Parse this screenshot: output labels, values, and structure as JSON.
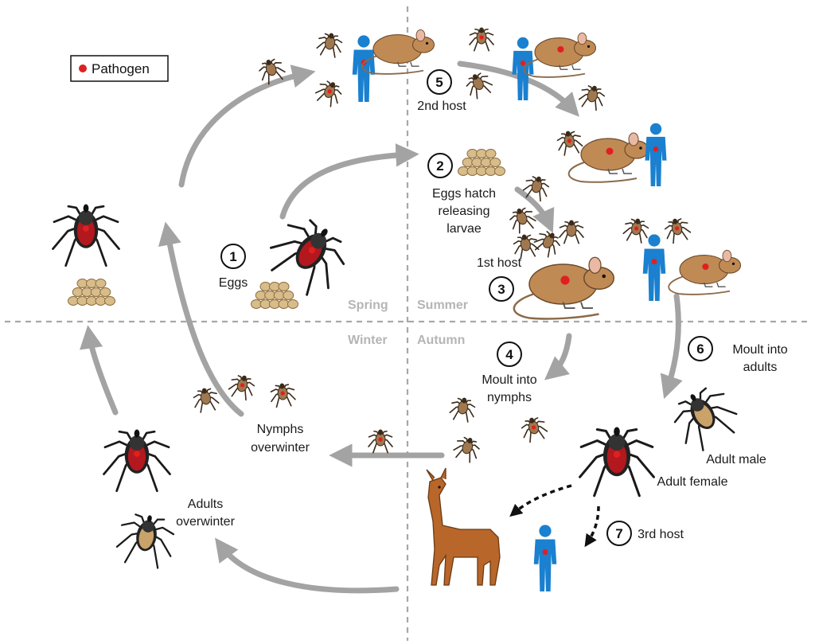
{
  "legend": {
    "label": "Pathogen",
    "color": "#e02020"
  },
  "seasons": {
    "spring": "Spring",
    "summer": "Summer",
    "winter": "Winter",
    "autumn": "Autumn"
  },
  "stages": [
    {
      "num": "1",
      "lines": [
        "Eggs"
      ]
    },
    {
      "num": "2",
      "lines": [
        "Eggs hatch",
        "releasing",
        "larvae"
      ]
    },
    {
      "num": "3",
      "lines": [
        "1st host"
      ]
    },
    {
      "num": "4",
      "lines": [
        "Moult into",
        "nymphs"
      ]
    },
    {
      "num": "5",
      "lines": [
        "2nd host"
      ]
    },
    {
      "num": "6",
      "lines": [
        "Moult into",
        "adults"
      ]
    },
    {
      "num": "7",
      "lines": [
        "3rd host"
      ]
    }
  ],
  "labels": {
    "nymphs_overwinter": [
      "Nymphs",
      "overwinter"
    ],
    "adults_overwinter": [
      "Adults",
      "overwinter"
    ],
    "adult_male": "Adult male",
    "adult_female": "Adult female"
  },
  "colors": {
    "tick_body": "#a0784f",
    "tick_dark": "#3a2a1a",
    "mouse_body": "#c08a55",
    "human": "#1a80cf",
    "deer": "#b8662a",
    "female_red": "#b2181e",
    "male_tan": "#c9a36a",
    "egg": "#d8bc8a",
    "arrow": "#a3a3a3",
    "divider": "#a8a8a8"
  }
}
